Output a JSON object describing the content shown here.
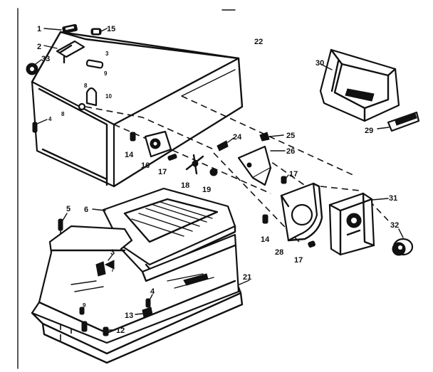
{
  "diagram": {
    "parts": {
      "p1": "1",
      "p2": "2",
      "p3": "3",
      "p4": "4",
      "p5": "5",
      "p6": "6",
      "p12": "12",
      "p13": "13",
      "p14a": "14",
      "p14b": "14",
      "p15": "15",
      "p16": "16",
      "p17a": "17",
      "p17b": "17",
      "p17c": "17",
      "p18": "18",
      "p19": "19",
      "p21": "21",
      "p22": "22",
      "p24": "24",
      "p25": "25",
      "p26": "26",
      "p28": "28",
      "p29": "29",
      "p30": "30",
      "p31": "31",
      "p32": "32",
      "p33": "33"
    }
  }
}
